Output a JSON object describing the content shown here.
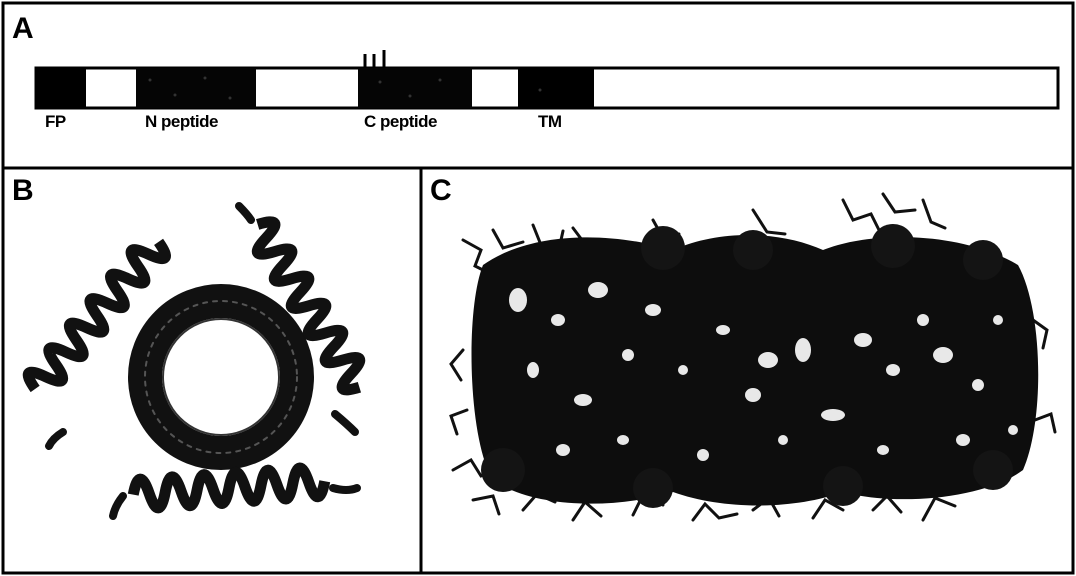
{
  "figure": {
    "panels": [
      {
        "letter": "A"
      },
      {
        "letter": "B"
      },
      {
        "letter": "C"
      }
    ],
    "panel_a": {
      "domains": [
        {
          "label": "FP",
          "shaded": true
        },
        {
          "label": "",
          "shaded": false
        },
        {
          "label": "N peptide",
          "shaded": true
        },
        {
          "label": "",
          "shaded": false
        },
        {
          "label": "C peptide",
          "shaded": true
        },
        {
          "label": "",
          "shaded": false
        },
        {
          "label": "TM",
          "shaded": true
        },
        {
          "label": "",
          "shaded": false
        }
      ],
      "tick_marks": 3
    },
    "panel_b": {
      "description_icon": "coiled-coil-trimer-icon",
      "outer_helices": 3
    },
    "panel_c": {
      "description_icon": "molecular-surface-icon"
    },
    "colors": {
      "ink": "#000000",
      "paper": "#ffffff",
      "surface": "#111111",
      "highlight": "#e8e8e8"
    }
  }
}
